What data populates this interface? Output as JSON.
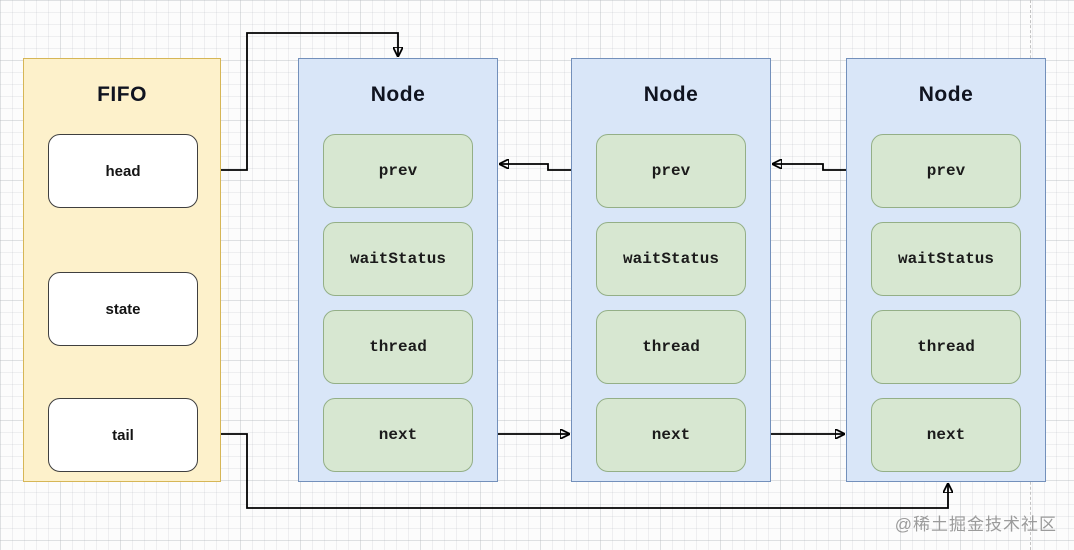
{
  "diagram": {
    "fifo": {
      "title": "FIFO",
      "fields": [
        "head",
        "state",
        "tail"
      ]
    },
    "nodes": [
      {
        "title": "Node",
        "fields": [
          "prev",
          "waitStatus",
          "thread",
          "next"
        ]
      },
      {
        "title": "Node",
        "fields": [
          "prev",
          "waitStatus",
          "thread",
          "next"
        ]
      },
      {
        "title": "Node",
        "fields": [
          "prev",
          "waitStatus",
          "thread",
          "next"
        ]
      }
    ],
    "edges": [
      {
        "from": "fifo.head",
        "to": "node1.top"
      },
      {
        "from": "fifo.tail",
        "to": "node3.bottom"
      },
      {
        "from": "node1.next",
        "to": "node2"
      },
      {
        "from": "node2.next",
        "to": "node3"
      },
      {
        "from": "node2.prev",
        "to": "node1"
      },
      {
        "from": "node3.prev",
        "to": "node2"
      }
    ],
    "watermark": "@稀土掘金技术社区",
    "colors": {
      "fifo_fill": "#fdf1cb",
      "fifo_border": "#d6b656",
      "node_fill": "#d9e6f8",
      "node_border": "#7390bb",
      "field_fill": "#d7e7d1",
      "field_border": "#94af87",
      "white_field_fill": "#ffffff",
      "arrow": "#000000",
      "watermark": "#9b9b9b"
    }
  }
}
